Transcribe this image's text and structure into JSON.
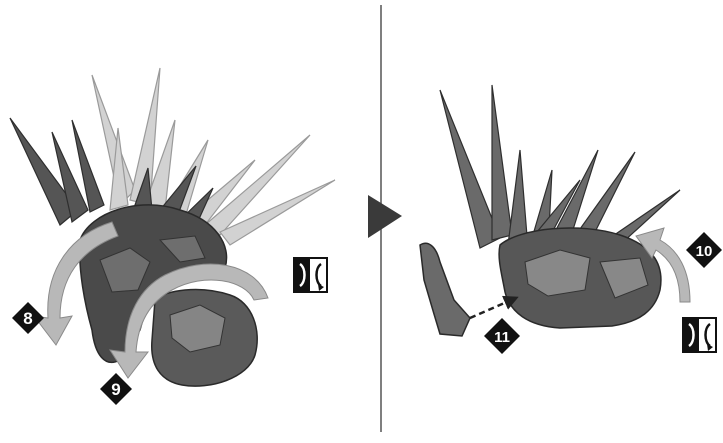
{
  "steps": {
    "step8": "8",
    "step9": "9",
    "step10": "10",
    "step11": "11"
  },
  "icons": {
    "rotate_icon_left_panel": "rotate-symbol-icon",
    "rotate_icon_right_panel": "rotate-symbol-icon",
    "step_marker": "black-diamond-number-icon",
    "proceed_arrow": "triangle-right-icon"
  },
  "colors": {
    "background": "#ffffff",
    "divider": "#555555",
    "part_dark": "#4d4d4d",
    "part_mid": "#7a7a7a",
    "part_light": "#c4c4c4",
    "arrow_light": "#b8b8b8",
    "marker": "#111111"
  }
}
